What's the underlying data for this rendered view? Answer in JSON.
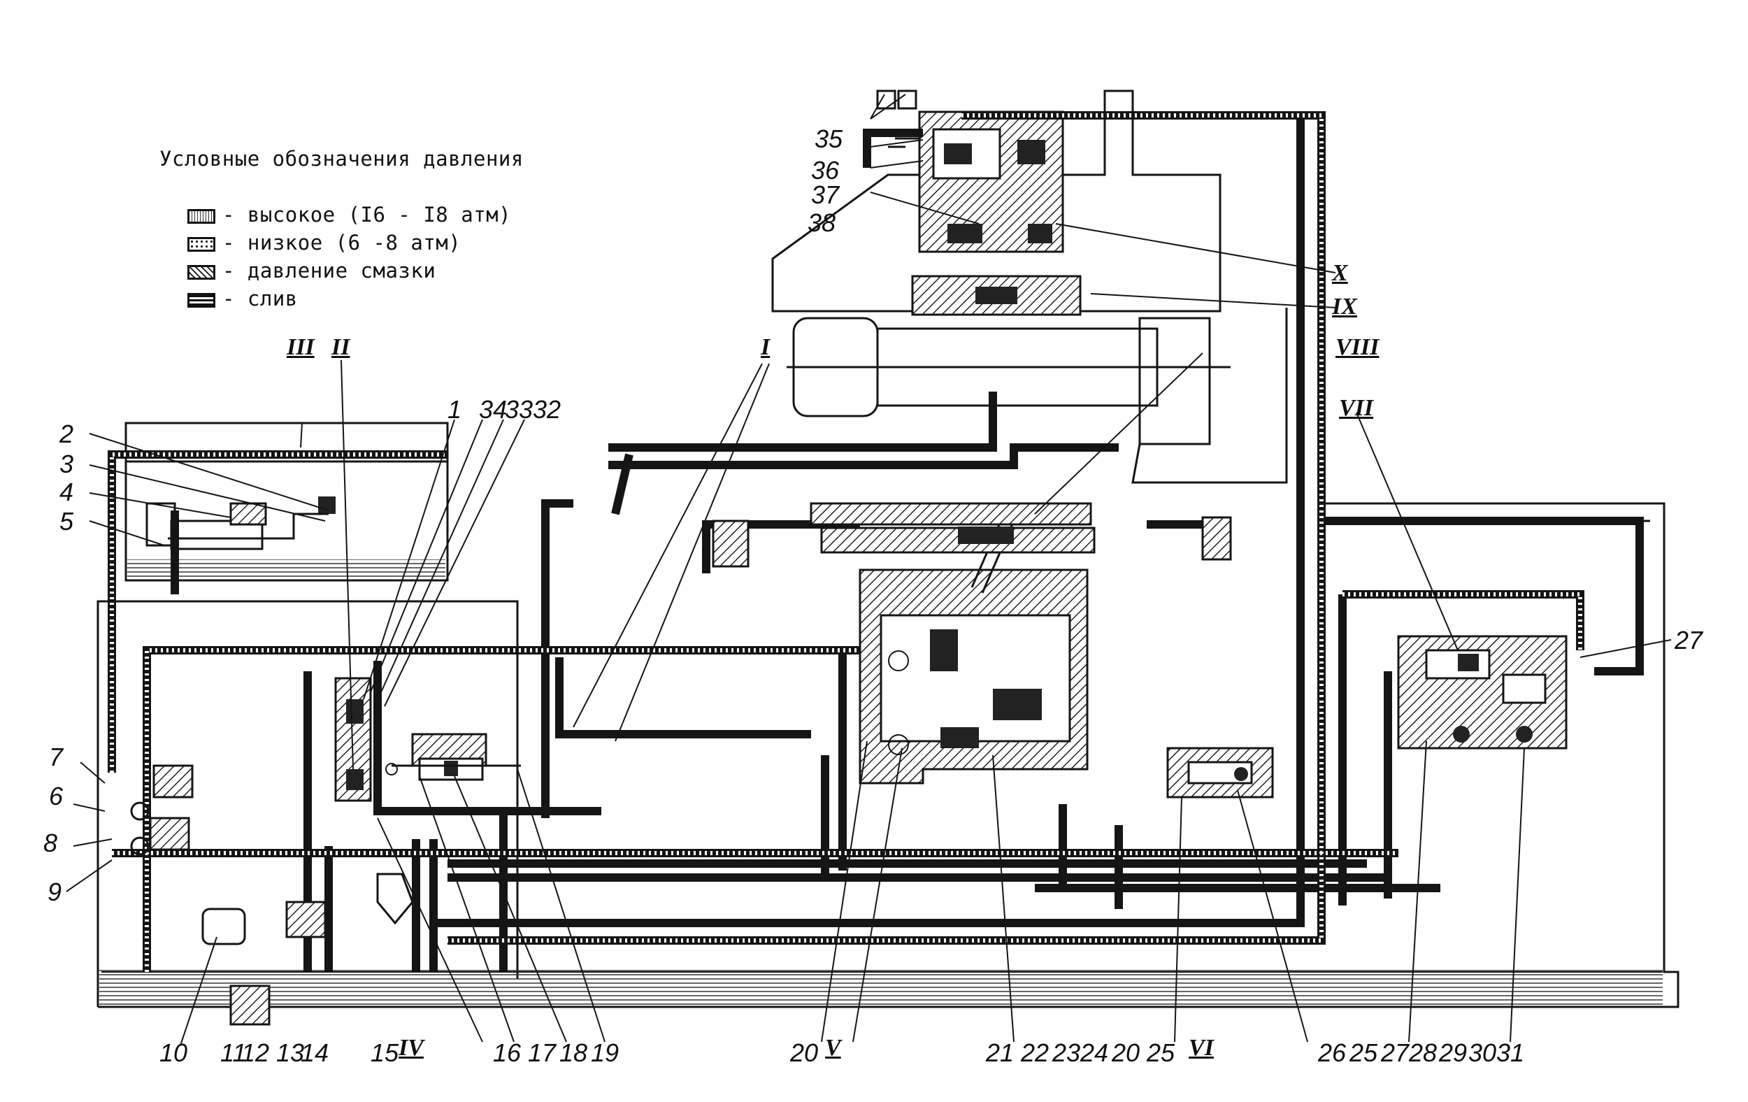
{
  "legend": {
    "title": "Условные обозначения давления",
    "items": [
      {
        "key": "high",
        "text": "- высокое (I6 - I8 атм)"
      },
      {
        "key": "low",
        "text": "- низкое (6 -8 атм)"
      },
      {
        "key": "lube",
        "text": "- давление смазки"
      },
      {
        "key": "drain",
        "text": "- слив"
      }
    ]
  },
  "roman_labels": [
    "I",
    "II",
    "III",
    "IV",
    "V",
    "VI",
    "VII",
    "VIII",
    "IX",
    "X"
  ],
  "callouts_left": [
    "2",
    "3",
    "4",
    "5",
    "6",
    "7",
    "8",
    "9"
  ],
  "callouts_top": [
    "1",
    "34",
    "33",
    "32",
    "35",
    "36",
    "37",
    "38"
  ],
  "callouts_bottom": [
    "10",
    "11",
    "12",
    "13",
    "14",
    "15",
    "16",
    "17",
    "18",
    "19",
    "20",
    "21",
    "22",
    "23",
    "24",
    "20",
    "25",
    "26",
    "25",
    "27",
    "28",
    "29",
    "30",
    "31"
  ],
  "callouts_right": [
    "27"
  ],
  "colors": {
    "ink": "#151515",
    "paper": "#ffffff"
  }
}
